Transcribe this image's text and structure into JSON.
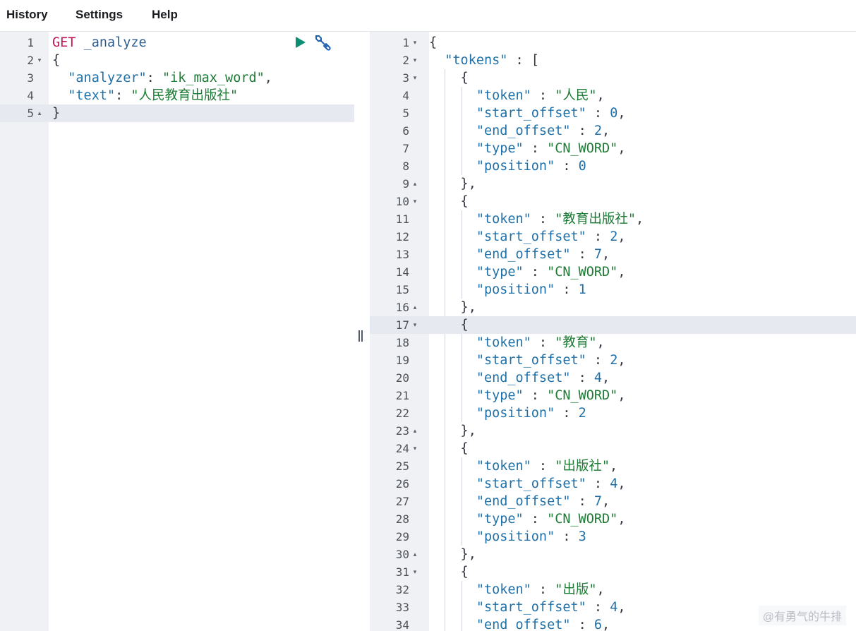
{
  "menu": {
    "history": "History",
    "settings": "Settings",
    "help": "Help"
  },
  "request": {
    "lines": [
      {
        "num": "1",
        "fold": "",
        "tokens": [
          [
            "m",
            "GET"
          ],
          [
            "p",
            " "
          ],
          [
            "u",
            "_analyze"
          ]
        ]
      },
      {
        "num": "2",
        "fold": "▾",
        "tokens": [
          [
            "p",
            "{"
          ]
        ]
      },
      {
        "num": "3",
        "fold": "",
        "tokens": [
          [
            "p",
            "  "
          ],
          [
            "k",
            "\"analyzer\""
          ],
          [
            "p",
            ": "
          ],
          [
            "s",
            "\"ik_max_word\""
          ],
          [
            "p",
            ","
          ]
        ]
      },
      {
        "num": "4",
        "fold": "",
        "tokens": [
          [
            "p",
            "  "
          ],
          [
            "k",
            "\"text\""
          ],
          [
            "p",
            ": "
          ],
          [
            "s",
            "\"人民教育出版社\""
          ]
        ]
      },
      {
        "num": "5",
        "fold": "▴",
        "tokens": [
          [
            "p",
            "}"
          ]
        ]
      }
    ],
    "active_line": 4,
    "run_icon": "play-icon",
    "settings_icon": "wrench-icon"
  },
  "response": {
    "lines": [
      {
        "num": "1",
        "fold": "▾",
        "tokens": [
          [
            "p",
            "{"
          ]
        ]
      },
      {
        "num": "2",
        "fold": "▾",
        "tokens": [
          [
            "p",
            "  "
          ],
          [
            "k",
            "\"tokens\""
          ],
          [
            "p",
            " : ["
          ]
        ]
      },
      {
        "num": "3",
        "fold": "▾",
        "tokens": [
          [
            "p",
            "    {"
          ]
        ]
      },
      {
        "num": "4",
        "fold": "",
        "tokens": [
          [
            "p",
            "      "
          ],
          [
            "k",
            "\"token\""
          ],
          [
            "p",
            " : "
          ],
          [
            "s",
            "\"人民\""
          ],
          [
            "p",
            ","
          ]
        ]
      },
      {
        "num": "5",
        "fold": "",
        "tokens": [
          [
            "p",
            "      "
          ],
          [
            "k",
            "\"start_offset\""
          ],
          [
            "p",
            " : "
          ],
          [
            "n",
            "0"
          ],
          [
            "p",
            ","
          ]
        ]
      },
      {
        "num": "6",
        "fold": "",
        "tokens": [
          [
            "p",
            "      "
          ],
          [
            "k",
            "\"end_offset\""
          ],
          [
            "p",
            " : "
          ],
          [
            "n",
            "2"
          ],
          [
            "p",
            ","
          ]
        ]
      },
      {
        "num": "7",
        "fold": "",
        "tokens": [
          [
            "p",
            "      "
          ],
          [
            "k",
            "\"type\""
          ],
          [
            "p",
            " : "
          ],
          [
            "s",
            "\"CN_WORD\""
          ],
          [
            "p",
            ","
          ]
        ]
      },
      {
        "num": "8",
        "fold": "",
        "tokens": [
          [
            "p",
            "      "
          ],
          [
            "k",
            "\"position\""
          ],
          [
            "p",
            " : "
          ],
          [
            "n",
            "0"
          ]
        ]
      },
      {
        "num": "9",
        "fold": "▴",
        "tokens": [
          [
            "p",
            "    },"
          ]
        ]
      },
      {
        "num": "10",
        "fold": "▾",
        "tokens": [
          [
            "p",
            "    {"
          ]
        ]
      },
      {
        "num": "11",
        "fold": "",
        "tokens": [
          [
            "p",
            "      "
          ],
          [
            "k",
            "\"token\""
          ],
          [
            "p",
            " : "
          ],
          [
            "s",
            "\"教育出版社\""
          ],
          [
            "p",
            ","
          ]
        ]
      },
      {
        "num": "12",
        "fold": "",
        "tokens": [
          [
            "p",
            "      "
          ],
          [
            "k",
            "\"start_offset\""
          ],
          [
            "p",
            " : "
          ],
          [
            "n",
            "2"
          ],
          [
            "p",
            ","
          ]
        ]
      },
      {
        "num": "13",
        "fold": "",
        "tokens": [
          [
            "p",
            "      "
          ],
          [
            "k",
            "\"end_offset\""
          ],
          [
            "p",
            " : "
          ],
          [
            "n",
            "7"
          ],
          [
            "p",
            ","
          ]
        ]
      },
      {
        "num": "14",
        "fold": "",
        "tokens": [
          [
            "p",
            "      "
          ],
          [
            "k",
            "\"type\""
          ],
          [
            "p",
            " : "
          ],
          [
            "s",
            "\"CN_WORD\""
          ],
          [
            "p",
            ","
          ]
        ]
      },
      {
        "num": "15",
        "fold": "",
        "tokens": [
          [
            "p",
            "      "
          ],
          [
            "k",
            "\"position\""
          ],
          [
            "p",
            " : "
          ],
          [
            "n",
            "1"
          ]
        ]
      },
      {
        "num": "16",
        "fold": "▴",
        "tokens": [
          [
            "p",
            "    },"
          ]
        ]
      },
      {
        "num": "17",
        "fold": "▾",
        "tokens": [
          [
            "p",
            "    {"
          ]
        ]
      },
      {
        "num": "18",
        "fold": "",
        "tokens": [
          [
            "p",
            "      "
          ],
          [
            "k",
            "\"token\""
          ],
          [
            "p",
            " : "
          ],
          [
            "s",
            "\"教育\""
          ],
          [
            "p",
            ","
          ]
        ]
      },
      {
        "num": "19",
        "fold": "",
        "tokens": [
          [
            "p",
            "      "
          ],
          [
            "k",
            "\"start_offset\""
          ],
          [
            "p",
            " : "
          ],
          [
            "n",
            "2"
          ],
          [
            "p",
            ","
          ]
        ]
      },
      {
        "num": "20",
        "fold": "",
        "tokens": [
          [
            "p",
            "      "
          ],
          [
            "k",
            "\"end_offset\""
          ],
          [
            "p",
            " : "
          ],
          [
            "n",
            "4"
          ],
          [
            "p",
            ","
          ]
        ]
      },
      {
        "num": "21",
        "fold": "",
        "tokens": [
          [
            "p",
            "      "
          ],
          [
            "k",
            "\"type\""
          ],
          [
            "p",
            " : "
          ],
          [
            "s",
            "\"CN_WORD\""
          ],
          [
            "p",
            ","
          ]
        ]
      },
      {
        "num": "22",
        "fold": "",
        "tokens": [
          [
            "p",
            "      "
          ],
          [
            "k",
            "\"position\""
          ],
          [
            "p",
            " : "
          ],
          [
            "n",
            "2"
          ]
        ]
      },
      {
        "num": "23",
        "fold": "▴",
        "tokens": [
          [
            "p",
            "    },"
          ]
        ]
      },
      {
        "num": "24",
        "fold": "▾",
        "tokens": [
          [
            "p",
            "    {"
          ]
        ]
      },
      {
        "num": "25",
        "fold": "",
        "tokens": [
          [
            "p",
            "      "
          ],
          [
            "k",
            "\"token\""
          ],
          [
            "p",
            " : "
          ],
          [
            "s",
            "\"出版社\""
          ],
          [
            "p",
            ","
          ]
        ]
      },
      {
        "num": "26",
        "fold": "",
        "tokens": [
          [
            "p",
            "      "
          ],
          [
            "k",
            "\"start_offset\""
          ],
          [
            "p",
            " : "
          ],
          [
            "n",
            "4"
          ],
          [
            "p",
            ","
          ]
        ]
      },
      {
        "num": "27",
        "fold": "",
        "tokens": [
          [
            "p",
            "      "
          ],
          [
            "k",
            "\"end_offset\""
          ],
          [
            "p",
            " : "
          ],
          [
            "n",
            "7"
          ],
          [
            "p",
            ","
          ]
        ]
      },
      {
        "num": "28",
        "fold": "",
        "tokens": [
          [
            "p",
            "      "
          ],
          [
            "k",
            "\"type\""
          ],
          [
            "p",
            " : "
          ],
          [
            "s",
            "\"CN_WORD\""
          ],
          [
            "p",
            ","
          ]
        ]
      },
      {
        "num": "29",
        "fold": "",
        "tokens": [
          [
            "p",
            "      "
          ],
          [
            "k",
            "\"position\""
          ],
          [
            "p",
            " : "
          ],
          [
            "n",
            "3"
          ]
        ]
      },
      {
        "num": "30",
        "fold": "▴",
        "tokens": [
          [
            "p",
            "    },"
          ]
        ]
      },
      {
        "num": "31",
        "fold": "▾",
        "tokens": [
          [
            "p",
            "    {"
          ]
        ]
      },
      {
        "num": "32",
        "fold": "",
        "tokens": [
          [
            "p",
            "      "
          ],
          [
            "k",
            "\"token\""
          ],
          [
            "p",
            " : "
          ],
          [
            "s",
            "\"出版\""
          ],
          [
            "p",
            ","
          ]
        ]
      },
      {
        "num": "33",
        "fold": "",
        "tokens": [
          [
            "p",
            "      "
          ],
          [
            "k",
            "\"start_offset\""
          ],
          [
            "p",
            " : "
          ],
          [
            "n",
            "4"
          ],
          [
            "p",
            ","
          ]
        ]
      },
      {
        "num": "34",
        "fold": "",
        "tokens": [
          [
            "p",
            "      "
          ],
          [
            "k",
            "\"end_offset\""
          ],
          [
            "p",
            " : "
          ],
          [
            "n",
            "6"
          ],
          [
            "p",
            ","
          ]
        ]
      }
    ],
    "active_line": 16
  },
  "watermark": "@有勇气的牛排",
  "colors": {
    "key": "#1f70a8",
    "string": "#1c7b34",
    "method": "#c2185b",
    "run_button": "#0a8f72",
    "active_line": "#e6e9ef",
    "gutter": "#f0f1f5"
  }
}
